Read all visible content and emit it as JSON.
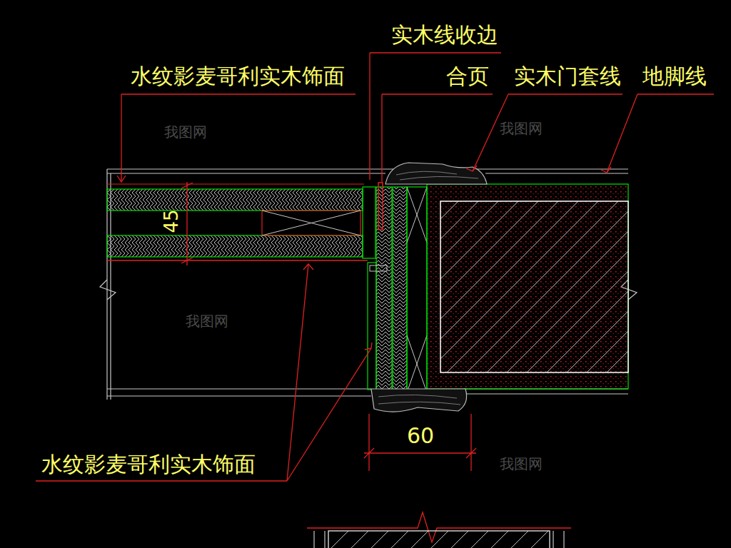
{
  "diagram": {
    "labels": [
      "实木线收边",
      "水纹影麦哥利实木饰面",
      "合页",
      "实木门套线",
      "地脚线",
      "45",
      "60",
      "水纹影麦哥利实木饰面",
      "我图网",
      "我图网",
      "我图网",
      "我图网"
    ]
  }
}
